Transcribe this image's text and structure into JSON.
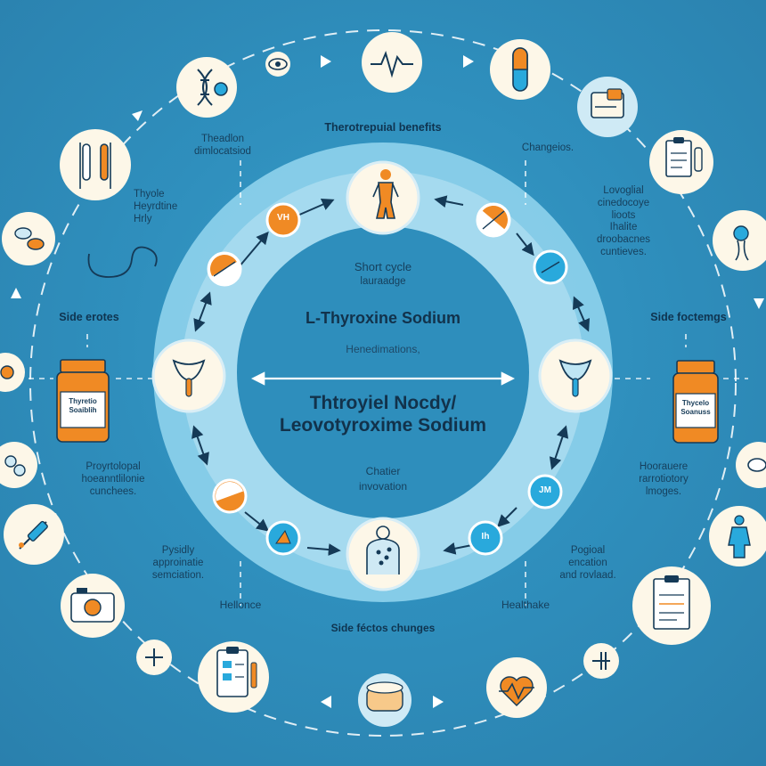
{
  "center": {
    "title": "L-Thyroxine Sodium",
    "subtitle": "Henedimations,",
    "big_title_line1": "Thtroyiel Nocdy/",
    "big_title_line2": "Leovotyroxime Sodium"
  },
  "labels": {
    "top": "Therotrepuial benefits",
    "short_cycle_1": "Short cycle",
    "short_cycle_2": "lauraadge",
    "chatter_1": "Chatier",
    "chatter_2": "invovation",
    "side_left": "Side erotes",
    "side_right": "Side foctemgs",
    "bottom": "Side féctos chunges",
    "thead": "Theadlon\ndimlocatsiod",
    "thyole": "Thyole\nHeyrdtine\nHrly",
    "changes": "Changeios.",
    "lovolial": "Lovoglial\ncinedocoye\nlioots\nIhalite\ndroobacnes\ncuntieves.",
    "proy": "Proyrtolopal\nhoeanntlilonie\ncunchees.",
    "hoor": "Hoorauere\nrarrotiotory\nlmoges.",
    "pysi": "Pysidly\napproinatie\nsemciation.",
    "pogi": "Pogioal\nencation\nand rovlaad.",
    "hellonce": "Hellonce",
    "healthake": "Healthake"
  },
  "badge_text": {
    "top_left": "VH",
    "bottom_right_a": "JM",
    "bottom_right_b": "Ih"
  },
  "bottle_label": {
    "left": "Thyretio\nSoaiblih",
    "right": "Thycelo\nSoanuss"
  },
  "colors": {
    "background": "#2f8fbd",
    "ring_outer": "#7ccbe6",
    "ring_inner": "#2f8fbd",
    "node_fill": "#fdf7e8",
    "orange": "#f08a24",
    "blue": "#29a9dc",
    "navy": "#153a57"
  },
  "icons": {
    "center_top": "person-icon",
    "center_left": "thyroid-gland-icon",
    "center_right": "thyroid-gland-icon",
    "center_bottom": "body-scan-icon",
    "outer": [
      "dna-icon",
      "eye-icon",
      "heartbeat-icon",
      "capsule-icon",
      "medicine-box-icon",
      "clipboard-icon",
      "broccoli-icon",
      "arrow-icon",
      "ear-icon",
      "pill-bottle-icon",
      "tablet-icon",
      "person-icon",
      "report-icon",
      "plus-icon",
      "heart-rate-icon",
      "food-icon",
      "checklist-icon",
      "camera-icon",
      "syringe-icon",
      "pills-icon",
      "test-tubes-icon",
      "pills-icon",
      "stethoscope-icon"
    ]
  }
}
